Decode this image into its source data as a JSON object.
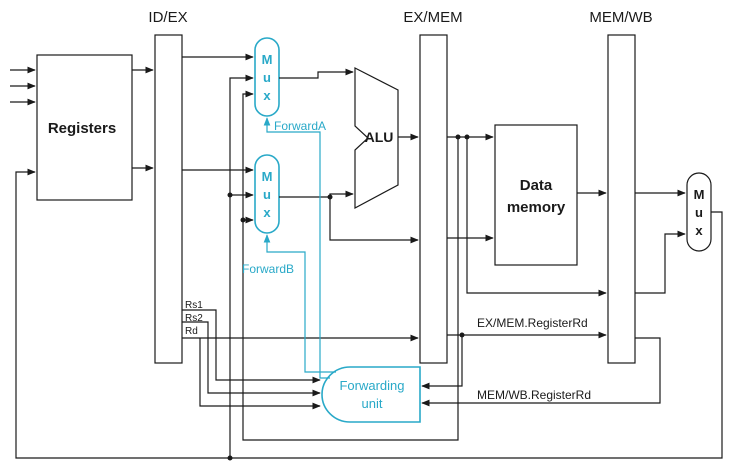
{
  "pipeline_registers": {
    "id_ex": "ID/EX",
    "ex_mem": "EX/MEM",
    "mem_wb": "MEM/WB"
  },
  "blocks": {
    "registers": "Registers",
    "alu": "ALU",
    "data_memory_line1": "Data",
    "data_memory_line2": "memory",
    "forwarding_unit_line1": "Forwarding",
    "forwarding_unit_line2": "unit"
  },
  "mux_letters": [
    "M",
    "u",
    "x"
  ],
  "signals": {
    "forward_a": "ForwardA",
    "forward_b": "ForwardB",
    "rs1": "Rs1",
    "rs2": "Rs2",
    "rd": "Rd",
    "ex_mem_register_rd": "EX/MEM.RegisterRd",
    "mem_wb_register_rd": "MEM/WB.RegisterRd"
  },
  "colors": {
    "control": "#29a9c8",
    "datapath": "#1a1a1a"
  }
}
